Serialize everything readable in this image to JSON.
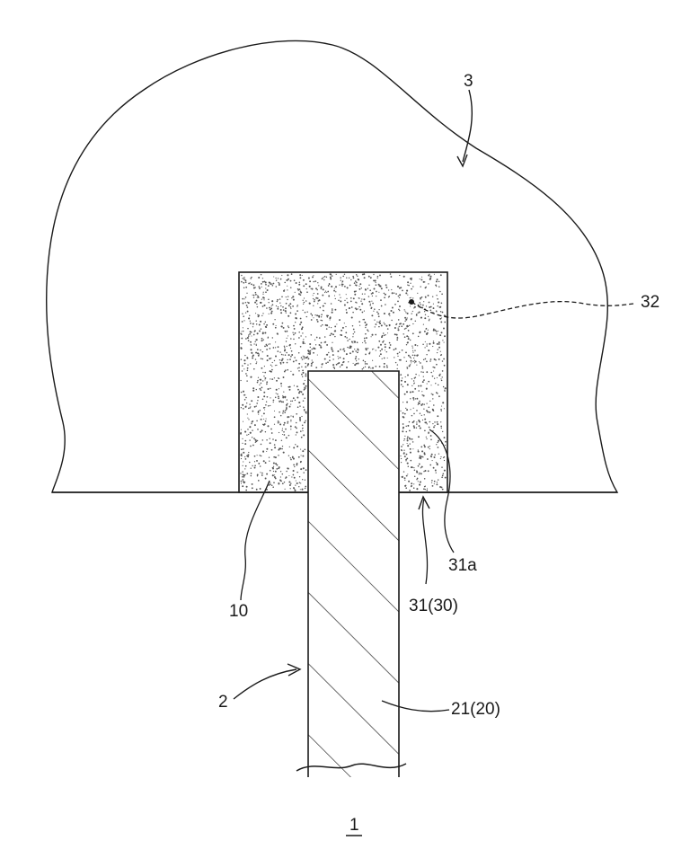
{
  "labels": {
    "body_outer": "3",
    "insert_body": "32",
    "bonding_layer": "10",
    "surface": "31a",
    "recess": "31(30)",
    "shaft_arrow": "2",
    "shaft": "21(20)",
    "figure_ref": "1"
  },
  "colors": {
    "line": "#1a1a1a",
    "background": "#ffffff",
    "stipple": "#555555"
  }
}
